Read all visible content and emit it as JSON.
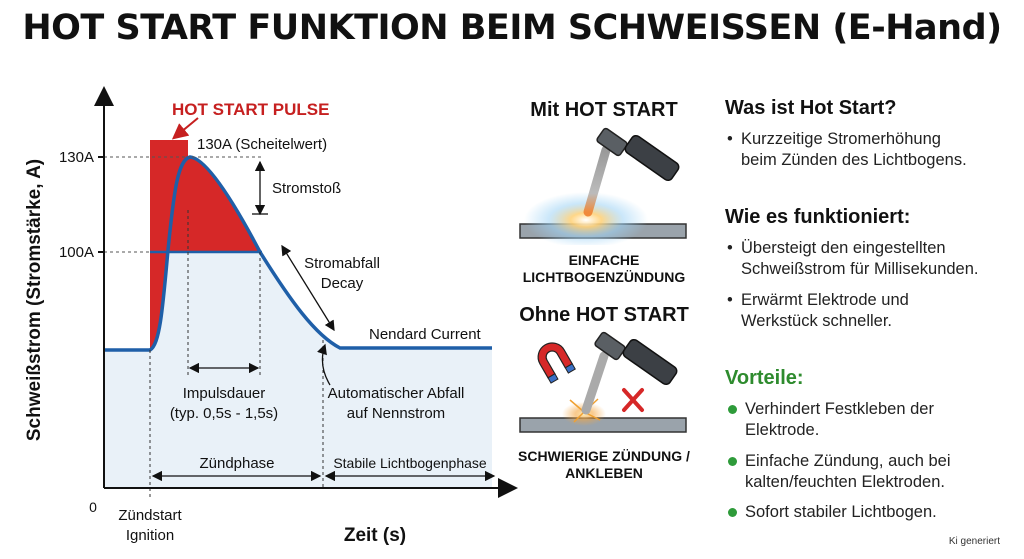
{
  "title": "HOT START FUNKTION BEIM SCHWEISSEN (E-Hand)",
  "chart": {
    "y_axis_label": "Schweißstrom (Stromstärke, A)",
    "x_axis_label": "Zeit (s)",
    "origin_label": "0",
    "y_ticks": [
      "130A",
      "100A"
    ],
    "hot_start_pulse_label": "HOT START PULSE",
    "peak_label": "130A (Scheitelwert)",
    "surge_label": "Stromstoß",
    "decay_label_1": "Stromabfall",
    "decay_label_2": "Decay",
    "nominal_label": "Nendard Current",
    "pulse_duration_1": "Impulsdauer",
    "pulse_duration_2": "(typ. 0,5s - 1,5s)",
    "auto_drop_1": "Automatischer Abfall",
    "auto_drop_2": "auf Nennstrom",
    "ignition_phase": "Zündphase",
    "stable_phase": "Stabile Lichtbogenphase",
    "ignition_start_1": "Zündstart",
    "ignition_start_2": "Ignition"
  },
  "comparison": {
    "with_heading": "Mit HOT START",
    "with_caption_1": "EINFACHE",
    "with_caption_2": "LICHTBOGENZÜNDUNG",
    "without_heading": "Ohne HOT START",
    "without_caption_1": "SCHWIERIGE ZÜNDUNG /",
    "without_caption_2": "ANKLEBEN"
  },
  "info": {
    "what_heading": "Was ist Hot Start?",
    "what_bullets": [
      "Kurzzeitige Stromerhöhung\nbeim Zünden des Lichtbogens."
    ],
    "how_heading": "Wie es funktioniert:",
    "how_bullets": [
      "Übersteigt den eingestellten\nSchweißstrom für Millisekunden.",
      "Erwärmt Elektrode und\nWerkstück schneller."
    ],
    "adv_heading": "Vorteile:",
    "adv_bullets": [
      "Verhindert Festkleben der\nElektrode.",
      "Einfache Zündung, auch bei\nkalten/feuchten Elektroden.",
      "Sofort stabiler Lichtbogen."
    ]
  },
  "footer_note": "Ki generiert",
  "colors": {
    "curve": "#1f5fa8",
    "pulse_fill": "#d62828",
    "area_fill": "#e9f1f8",
    "advantage_green": "#2e8b2e"
  }
}
